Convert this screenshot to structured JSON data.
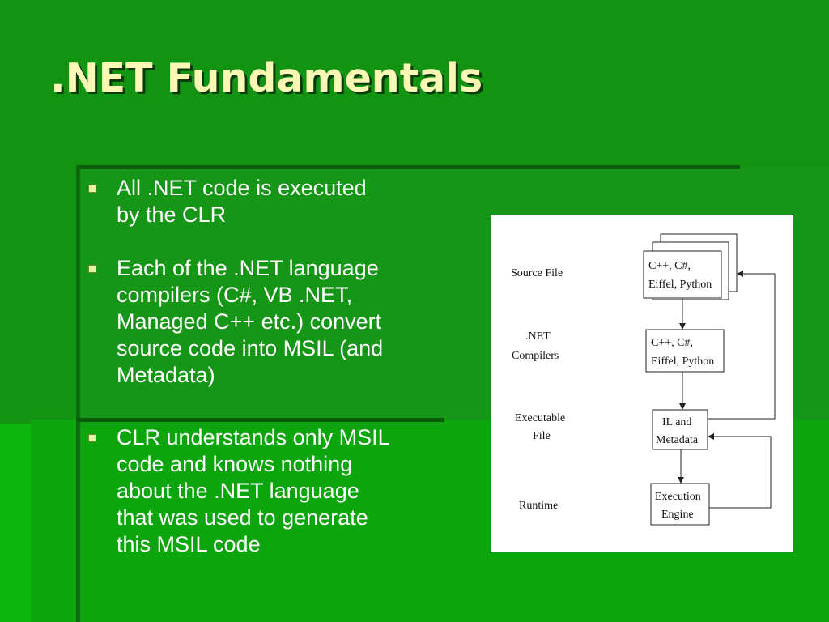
{
  "slide": {
    "title": ".NET Fundamentals",
    "bullets": [
      {
        "lines": [
          "All .NET code is executed",
          "by the CLR"
        ]
      },
      {
        "lines": [
          "Each of the .NET language",
          "compilers (C#, VB .NET,",
          "Managed C++ etc.) convert",
          "source code into MSIL (and",
          "Metadata)"
        ]
      },
      {
        "lines": [
          "CLR understands only MSIL",
          "code and knows nothing",
          "about the .NET language",
          "that was used to generate",
          "this MSIL code"
        ]
      }
    ]
  },
  "diagram": {
    "stage_labels": {
      "source_file": "Source File",
      "net_compilers": [
        ".NET",
        "Compilers"
      ],
      "executable_file": [
        "Executable",
        "File"
      ],
      "runtime": "Runtime"
    },
    "boxes": {
      "source": [
        "C++, C#,",
        "Eiffel, Python"
      ],
      "compilers": [
        "C++, C#,",
        "Eiffel, Python"
      ],
      "il": [
        "IL and",
        "Metadata"
      ],
      "engine": [
        "Execution",
        "Engine"
      ]
    }
  }
}
